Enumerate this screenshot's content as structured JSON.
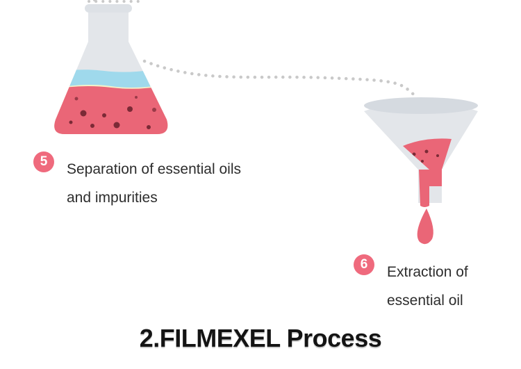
{
  "steps": [
    {
      "number": "5",
      "label_lines": [
        "Separation of essential oils",
        "and impurities"
      ]
    },
    {
      "number": "6",
      "label_lines": [
        "Extraction of",
        "essential oil"
      ]
    }
  ],
  "title": "2.FILMEXEL Process",
  "colors": {
    "accent": "#ef6a7d",
    "liquid": "#ea6677",
    "glass": "#e3e6ea",
    "blue_layer": "#9fd9ec",
    "cream_layer": "#f4f1c9",
    "particles": "#7b2a36",
    "dots": "#c9c9c9"
  }
}
